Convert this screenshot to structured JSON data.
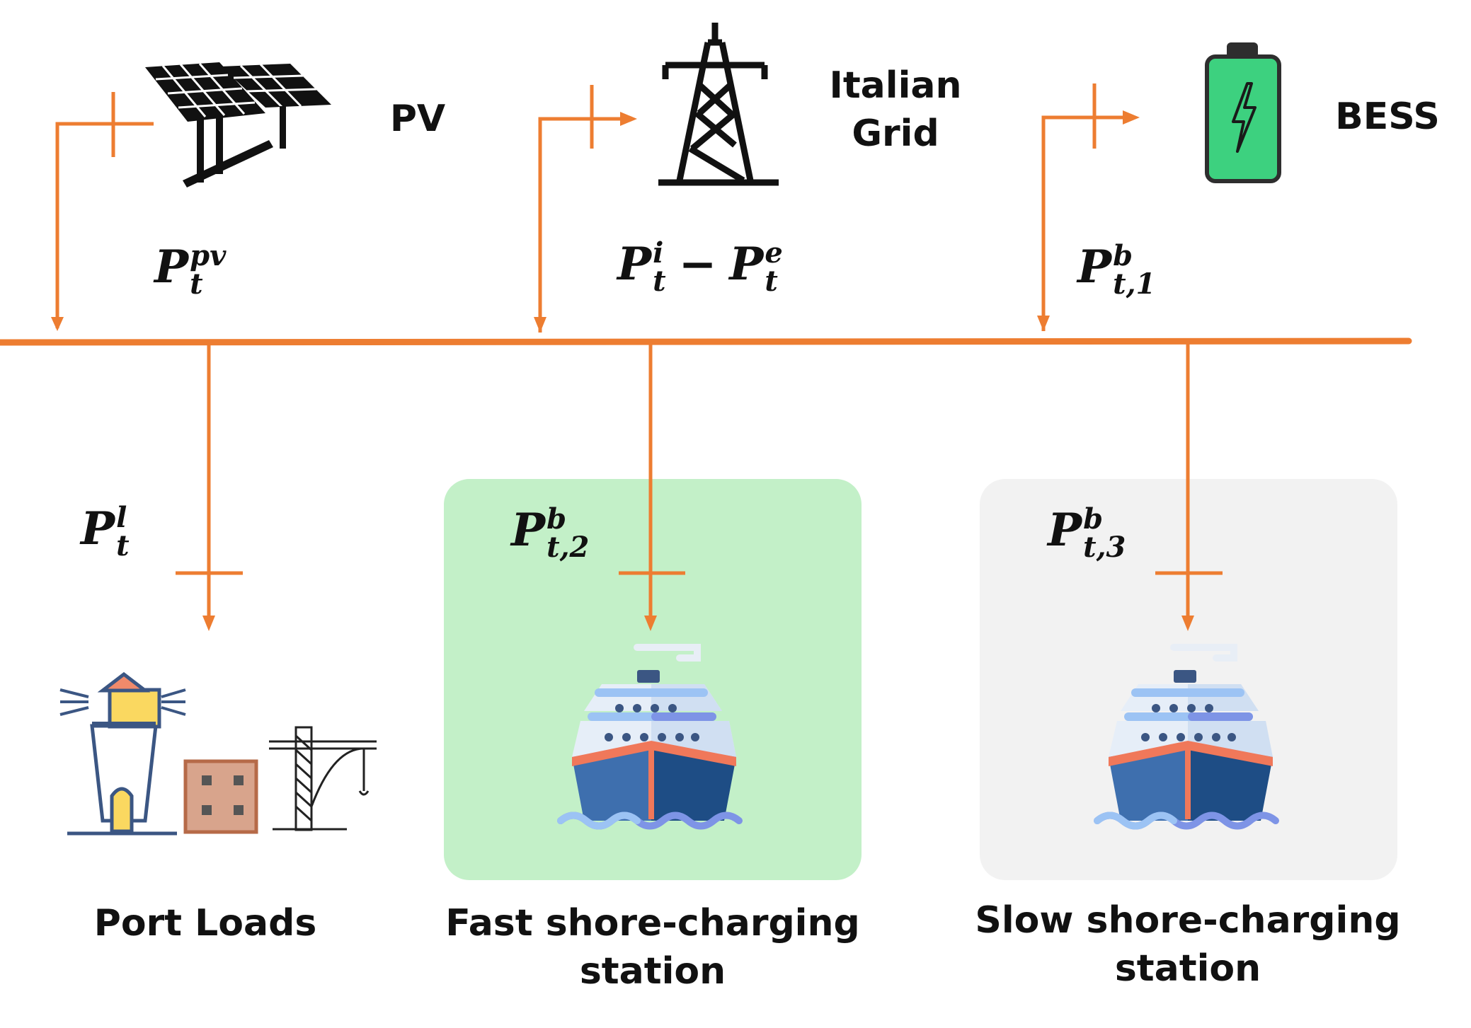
{
  "colors": {
    "bus": "#ED7D31",
    "fast_station_bg": "#C3F0C8",
    "slow_station_bg": "#F2F2F2",
    "battery_fill": "#3DD17F",
    "text": "#111111"
  },
  "sources": {
    "pv": {
      "label": "PV",
      "icon": "solar-panel-icon",
      "symbol": {
        "base": "P",
        "sup": "pv",
        "sub": "t"
      }
    },
    "grid": {
      "label_line1": "Italian",
      "label_line2": "Grid",
      "icon": "transmission-tower-icon",
      "symbol_import": {
        "base": "P",
        "sup": "i",
        "sub": "t"
      },
      "operator": "−",
      "symbol_export": {
        "base": "P",
        "sup": "e",
        "sub": "t"
      }
    },
    "bess": {
      "label": "BESS",
      "icon": "battery-icon",
      "symbol": {
        "base": "P",
        "sup": "b",
        "sub": "t,1"
      }
    }
  },
  "loads": {
    "port": {
      "label": "Port Loads",
      "icon": "port-loads-icon",
      "symbol": {
        "base": "P",
        "sup": "l",
        "sub": "t"
      }
    },
    "fast": {
      "label_line1": "Fast shore-charging",
      "label_line2": "station",
      "icon": "ship-icon",
      "symbol": {
        "base": "P",
        "sup": "b",
        "sub": "t,2"
      }
    },
    "slow": {
      "label_line1": "Slow shore-charging",
      "label_line2": "station",
      "icon": "ship-icon",
      "symbol": {
        "base": "P",
        "sup": "b",
        "sub": "t,3"
      }
    }
  }
}
